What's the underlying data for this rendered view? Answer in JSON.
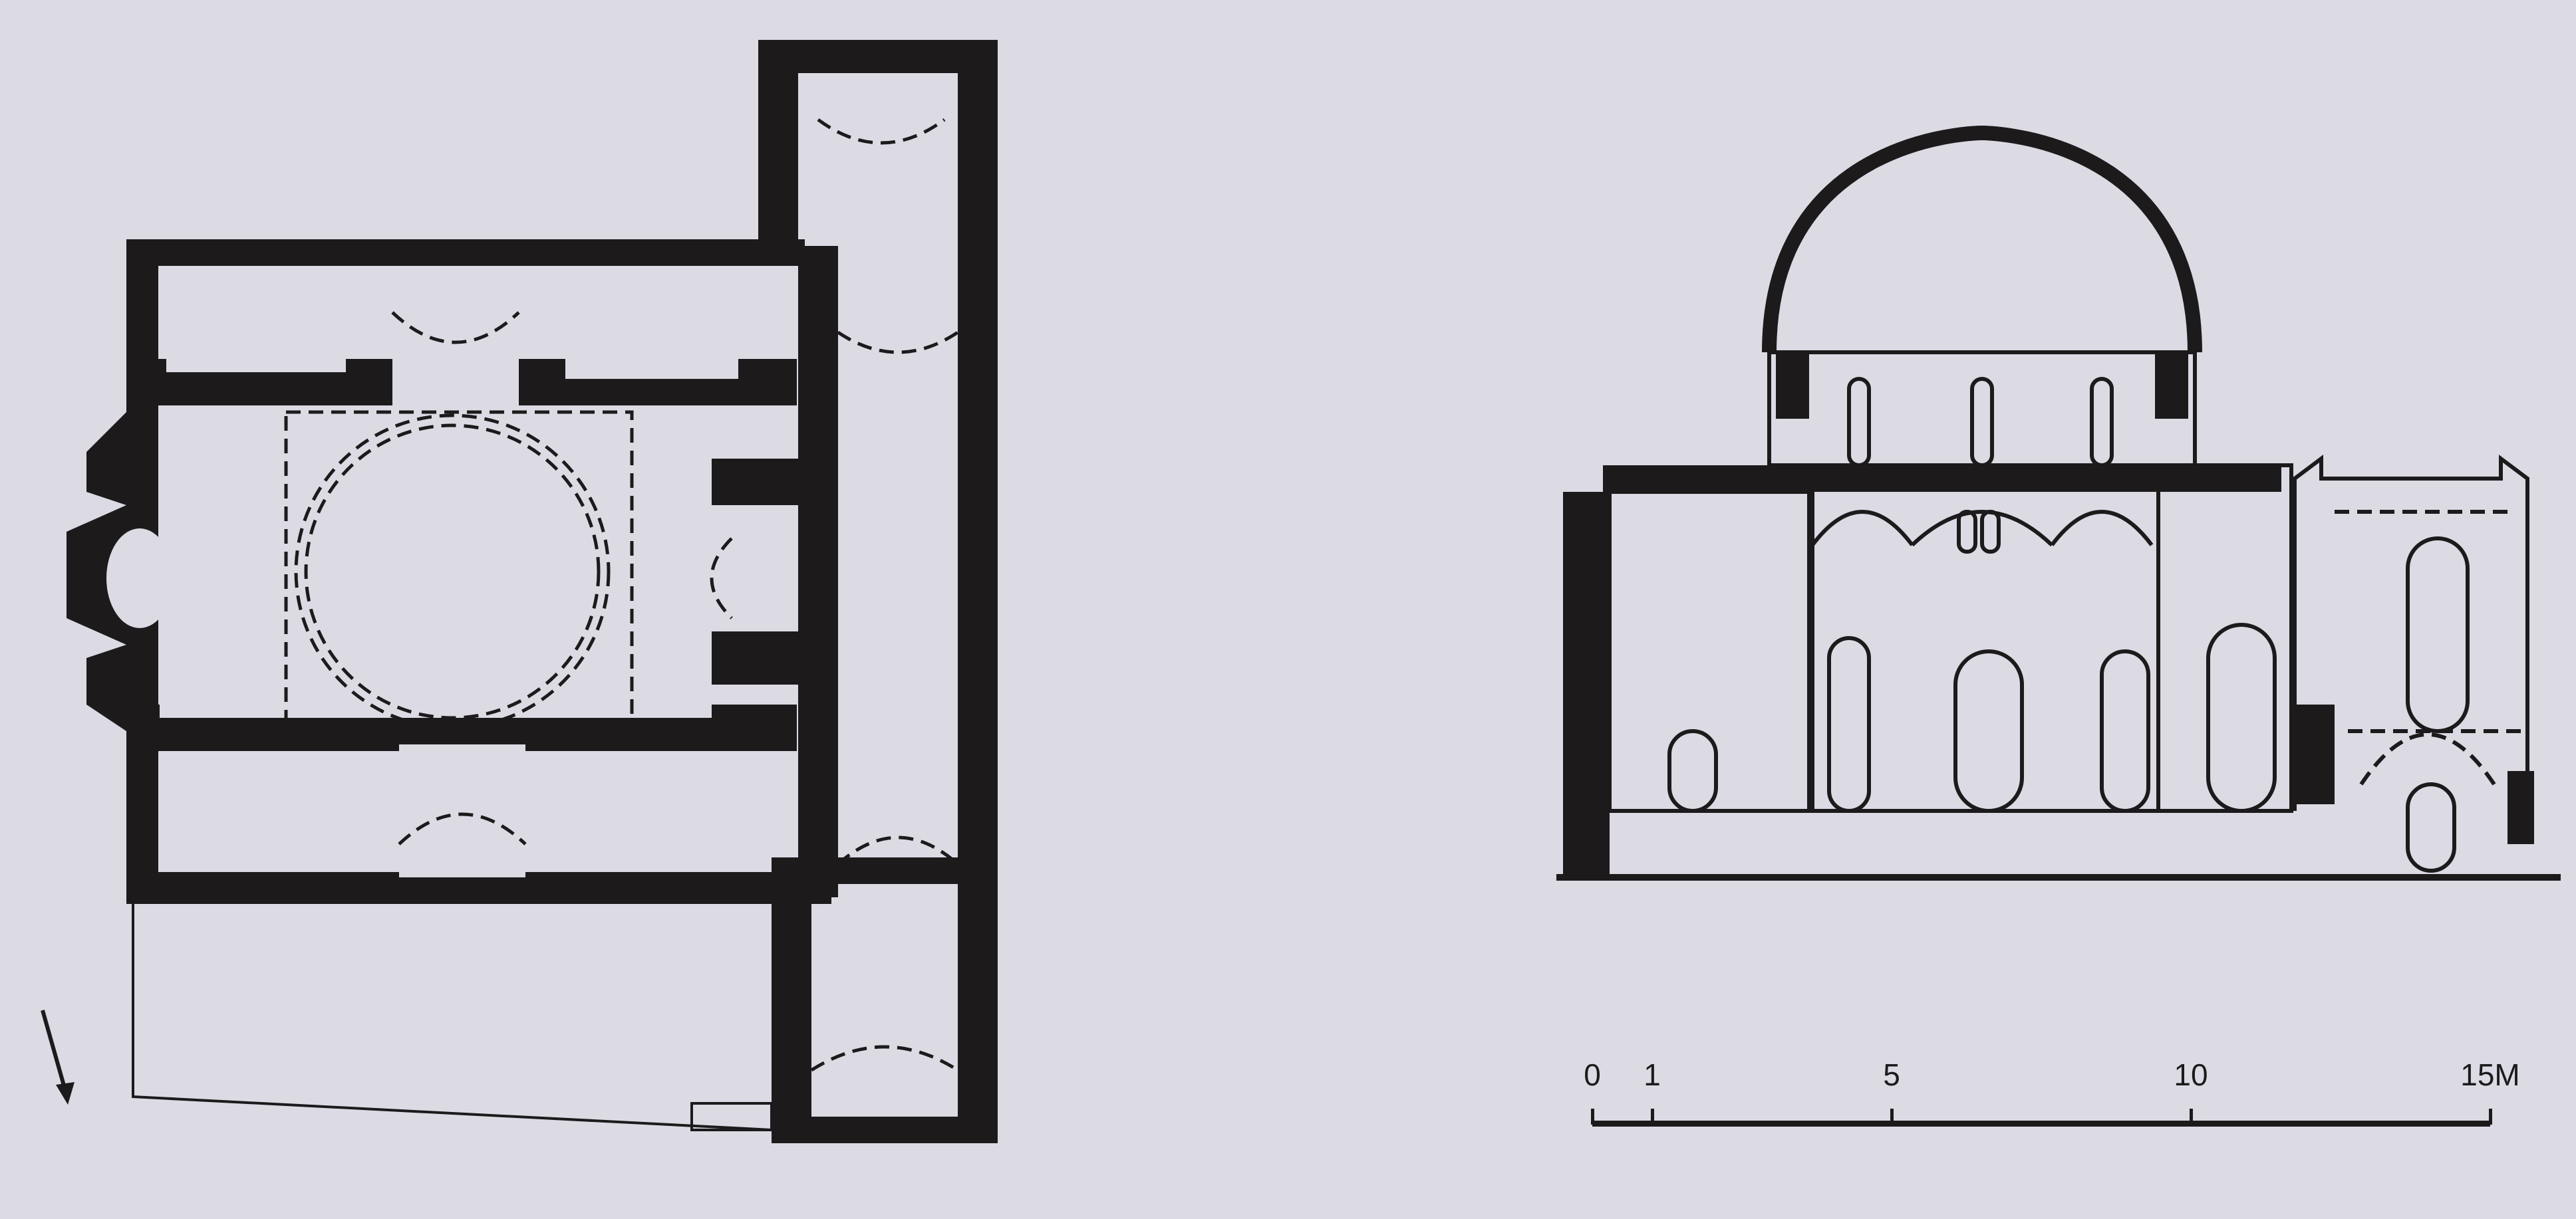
{
  "colors": {
    "background": "#dcdbe4",
    "ink": "#1d1a1c",
    "paper_fill": "#dcdbe4"
  },
  "north_arrow": {
    "icon": "arrow-down-right",
    "direction_deg": 160
  },
  "scale_bar": {
    "labels": [
      {
        "text": "0",
        "value": 0
      },
      {
        "text": "1",
        "value": 1
      },
      {
        "text": "5",
        "value": 5
      },
      {
        "text": "10",
        "value": 10
      },
      {
        "text": "15M",
        "value": 15
      }
    ],
    "unit": "M",
    "max": 15
  },
  "drawings": {
    "plan": {
      "type": "floor-plan",
      "features": [
        "central dome (dashed circle)",
        "cross-in-square core",
        "three apses on west side",
        "narthex/porch on east",
        "towers at NE and SE corners",
        "open enclosure to south"
      ]
    },
    "section": {
      "type": "longitudinal-section",
      "features": [
        "central dome with drum and three windows",
        "arcaded nave",
        "side chamber/tower on right"
      ]
    }
  }
}
